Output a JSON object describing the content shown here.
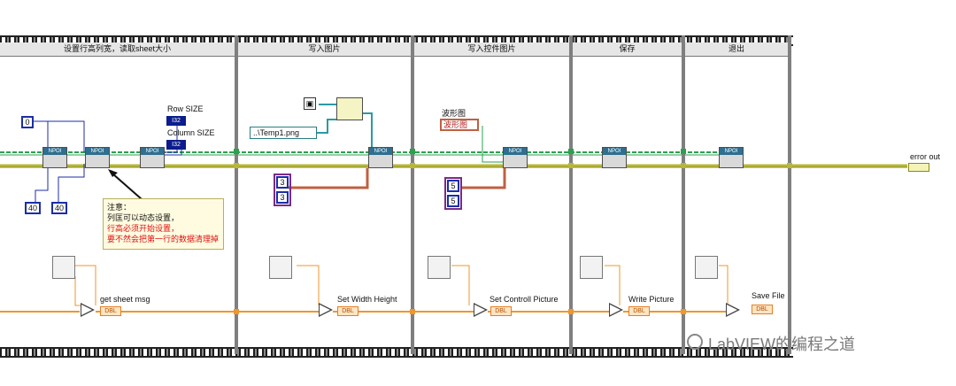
{
  "frames": [
    {
      "title": "设置行高列宽，读取sheet大小"
    },
    {
      "title": "写入图片"
    },
    {
      "title": "写入控件图片"
    },
    {
      "title": "保存"
    },
    {
      "title": "退出"
    }
  ],
  "constants": {
    "zero": "0",
    "forty_a": "40",
    "forty_b": "40",
    "three_a": "3",
    "three_b": "3",
    "five_a": "5",
    "five_b": "5",
    "path": "..\\Temp1.png",
    "waveform_ref": "波形图"
  },
  "indicators": {
    "row_size_label": "Row SIZE",
    "row_size_type": "I32",
    "col_size_label": "Column SIZE",
    "col_size_type": "I32",
    "waveform_label": "波形图",
    "error_out_label": "error out"
  },
  "note": {
    "line1": "注意：",
    "line2": "列匡可以动态设置，",
    "line3": "行高必须开始设置，",
    "line4": "要不然会把第一行的数据清理掉"
  },
  "timers": [
    {
      "label": "get sheet msg",
      "unit": "DBL"
    },
    {
      "label": "Set Width Height",
      "unit": "DBL"
    },
    {
      "label": "Set Controll Picture",
      "unit": "DBL"
    },
    {
      "label": "Write Picture",
      "unit": "DBL"
    },
    {
      "label": "Save File",
      "unit": "DBL"
    }
  ],
  "node_tag": "NPOI",
  "watermark": "LabVIEW的编程之道",
  "colors": {
    "error_wire": "#c8c83c",
    "ref_wire": "#2aa14d",
    "num_wire": "#1b2ea8",
    "dbl_wire": "#f0962a",
    "str_wire": "#c06040",
    "path_wire": "#2b9aa4"
  }
}
